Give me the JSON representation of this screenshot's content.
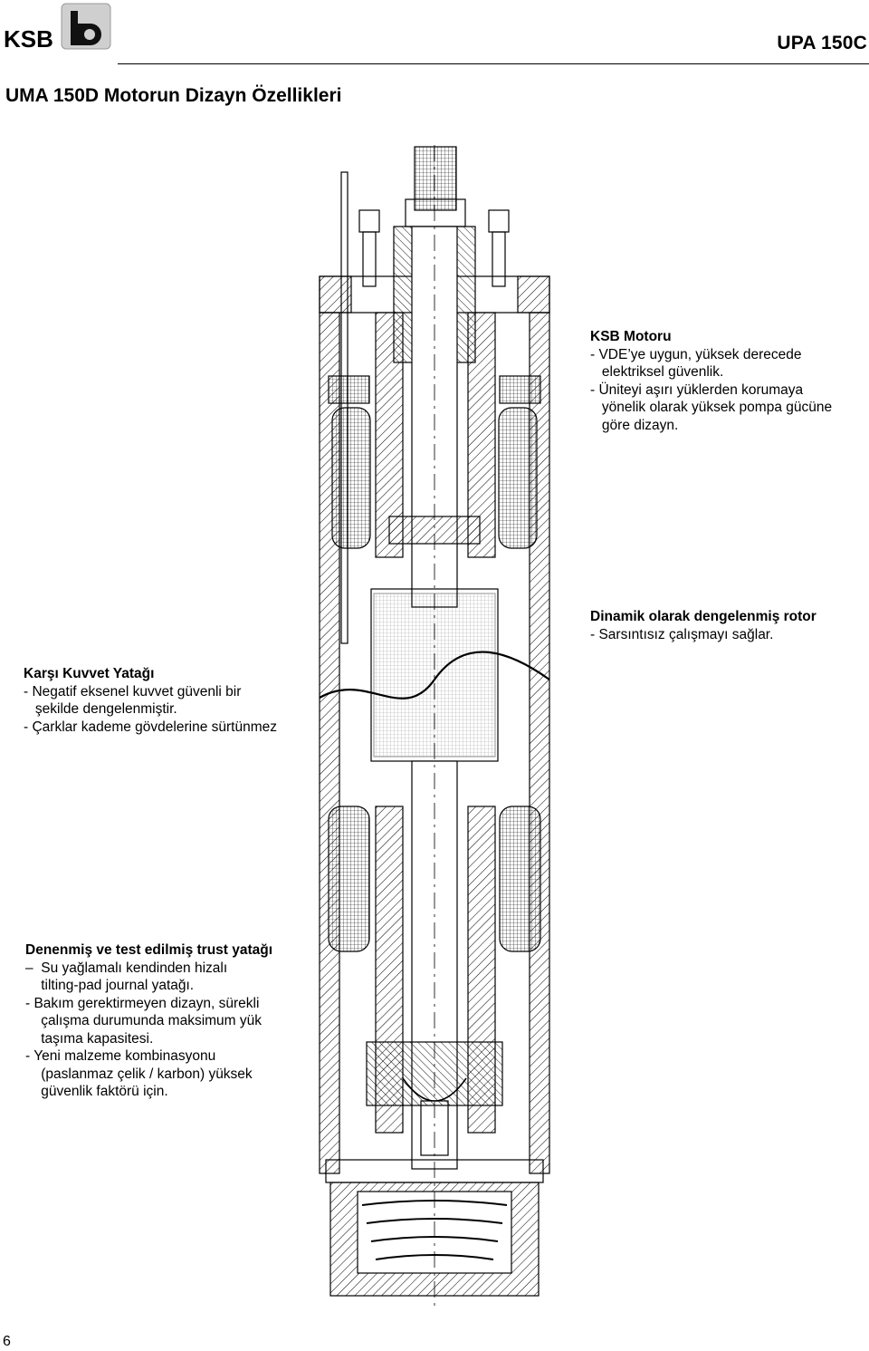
{
  "header": {
    "logo_text": "KSB",
    "product_code": "UPA 150C"
  },
  "page_title": "UMA 150D Motorun Dizayn Özellikleri",
  "blocks": {
    "ksb_motor": {
      "title": "KSB Motoru",
      "lines": [
        "- VDE’ye uygun, yüksek derecede",
        "   elektriksel güvenlik.",
        "- Üniteyi aşırı yüklerden korumaya",
        "   yönelik olarak yüksek pompa gücüne",
        "   göre dizayn."
      ]
    },
    "rotor": {
      "title": "Dinamik olarak dengelenmiş rotor",
      "lines": [
        "- Sarsıntısız çalışmayı sağlar."
      ]
    },
    "karsi_kuvvet": {
      "title": "Karşı Kuvvet Yatağı",
      "lines": [
        "- Negatif eksenel kuvvet güvenli bir",
        "   şekilde dengelenmiştir.",
        "- Çarklar kademe gövdelerine sürtünmez"
      ]
    },
    "trust_yatagi": {
      "title": "Denenmiş ve test edilmiş trust yatağı",
      "lines": [
        "–  Su yağlamalı kendinden hizalı",
        "    tilting-pad journal yatağı.",
        "- Bakım gerektirmeyen dizayn, sürekli",
        "    çalışma durumunda maksimum yük",
        "    taşıma kapasitesi.",
        "- Yeni malzeme kombinasyonu",
        "    (paslanmaz çelik / karbon) yüksek",
        "    güvenlik faktörü için."
      ]
    }
  },
  "page_number": "6",
  "colors": {
    "ink": "#000000",
    "paper": "#ffffff",
    "logo_gray": "#cfcfcf"
  }
}
